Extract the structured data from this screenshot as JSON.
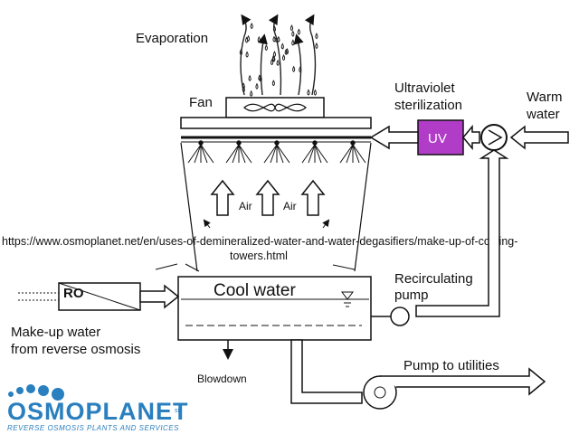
{
  "labels": {
    "evaporation": "Evaporation",
    "fan": "Fan",
    "ultraviolet_1": "Ultraviolet",
    "ultraviolet_2": "sterilization",
    "warm_water_1": "Warm",
    "warm_water_2": "water",
    "uv": "UV",
    "air_1": "Air",
    "air_2": "Air",
    "url_1": "https://www.osmoplanet.net/en/uses-of-demineralized-water-and-water-degasifiers/make-up-of-cooling-",
    "url_2": "towers.html",
    "recirculating_1": "Recirculating",
    "recirculating_2": "pump",
    "ro": "RO",
    "cool_water": "Cool water",
    "makeup_1": "Make-up water",
    "makeup_2": "from reverse osmosis",
    "blowdown": "Blowdown",
    "pump_utilities": "Pump to utilities"
  },
  "logo": {
    "name": "OSMOPLANET",
    "suffix": "srl",
    "tagline": "REVERSE OSMOSIS PLANTS AND SERVICES"
  },
  "colors": {
    "uv_box": "#b03cc8",
    "logo_blue": "#2a7fbf",
    "line": "#111111"
  }
}
